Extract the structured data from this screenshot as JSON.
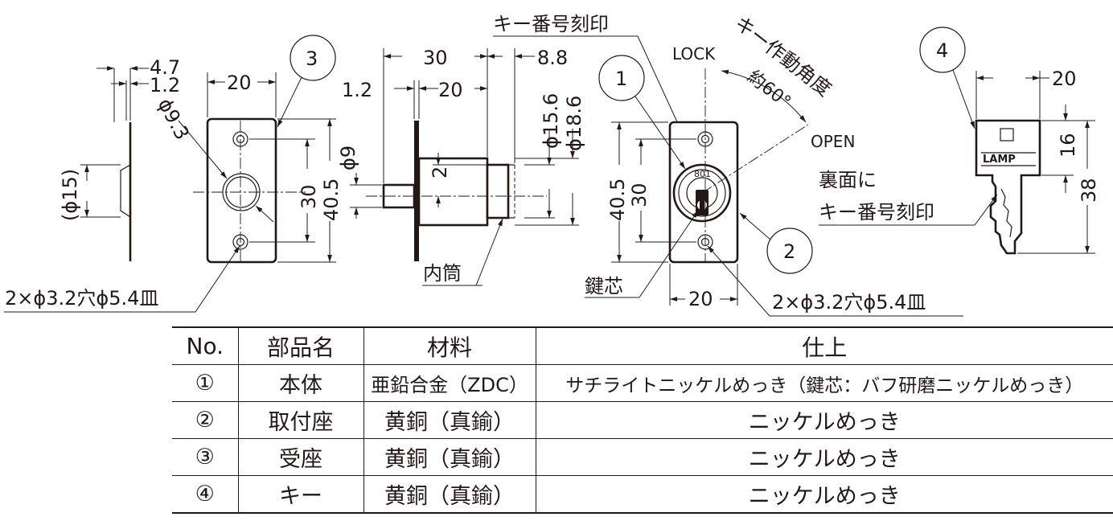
{
  "drawing": {
    "labels": {
      "side_dim_47": "4.7",
      "side_dim_12": "1.2",
      "side_dim_phi15": "(ϕ15)",
      "plate3_dim_20": "20",
      "plate3_dim_phi93": "ϕ9.3",
      "plate3_dim_30": "30",
      "plate3_dim_405": "40.5",
      "plate3_holes": "2×ϕ3.2穴ϕ5.4皿",
      "callout_3": "3",
      "lock_dim_30": "30",
      "lock_dim_88": "8.8",
      "lock_dim_12": "1.2",
      "lock_dim_20": "20",
      "lock_dim_phi156": "ϕ15.6",
      "lock_dim_phi186": "ϕ18.6",
      "lock_dim_phi9": "ϕ9",
      "lock_dim_2": "2",
      "inner_tube": "内筒",
      "key_number_stamp": "キー番号刻印",
      "callout_1": "1",
      "lock_label": "LOCK",
      "open_label": "OPEN",
      "key_angle": "キー作動角度",
      "key_angle_value": "約60°",
      "front_dim_405": "40.5",
      "front_dim_30": "30",
      "front_dim_20": "20",
      "cylinder_number": "801",
      "key_core": "鍵芯",
      "callout_2": "2",
      "front_holes": "2×ϕ3.2穴ϕ5.4皿",
      "callout_4": "4",
      "key_dim_20": "20",
      "key_dim_16": "16",
      "key_dim_38": "38",
      "key_brand": "LAMP",
      "key_back_line1": "裏面に",
      "key_back_line2": "キー番号刻印"
    }
  },
  "table": {
    "headers": {
      "no": "No.",
      "name": "部品名",
      "material": "材料",
      "finish": "仕上"
    },
    "rows": [
      {
        "no": "①",
        "name": "本体",
        "material": "亜鉛合金（ZDC）",
        "finish": "サチライトニッケルめっき（鍵芯：バフ研磨ニッケルめっき）"
      },
      {
        "no": "②",
        "name": "取付座",
        "material": "黄銅（真鍮）",
        "finish": "ニッケルめっき"
      },
      {
        "no": "③",
        "name": "受座",
        "material": "黄銅（真鍮）",
        "finish": "ニッケルめっき"
      },
      {
        "no": "④",
        "name": "キー",
        "material": "黄銅（真鍮）",
        "finish": "ニッケルめっき"
      }
    ]
  }
}
